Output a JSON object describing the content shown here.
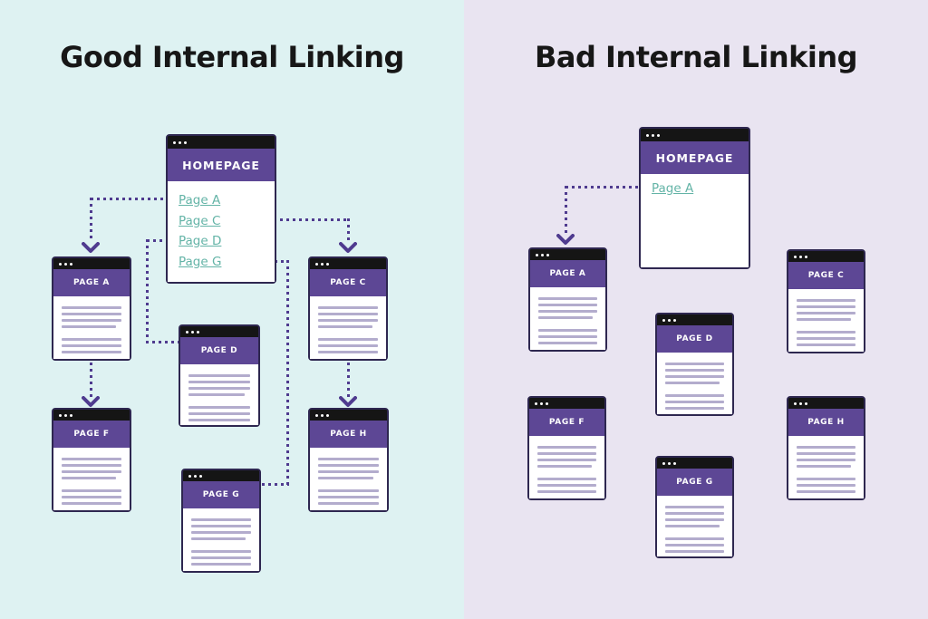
{
  "left_panel": {
    "title": "Good Internal Linking",
    "homepage": {
      "title": "HOMEPAGE",
      "links": [
        "Page A",
        "Page C",
        "Page D",
        "Page G"
      ]
    },
    "pages": {
      "a": "PAGE A",
      "c": "PAGE C",
      "d": "PAGE D",
      "f": "PAGE F",
      "h": "PAGE H",
      "g": "PAGE G"
    }
  },
  "right_panel": {
    "title": "Bad Internal Linking",
    "homepage": {
      "title": "HOMEPAGE",
      "links": [
        "Page A"
      ]
    },
    "pages": {
      "a": "PAGE A",
      "c": "PAGE C",
      "d": "PAGE D",
      "f": "PAGE F",
      "h": "PAGE H",
      "g": "PAGE G"
    }
  },
  "colors": {
    "left_background": "#def2f2",
    "right_background": "#e9e4f1",
    "window_header_purple": "#5d4795",
    "connector_purple": "#4f3b8f",
    "link_teal": "#64b4a7",
    "titlebar_black": "#151515",
    "placeholder_line": "#b3accd"
  }
}
